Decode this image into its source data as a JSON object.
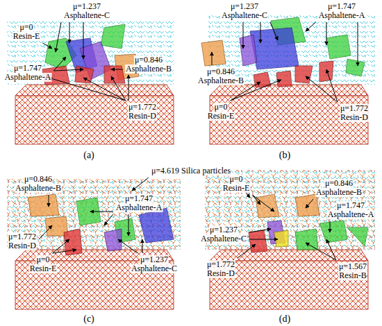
{
  "diagram": {
    "labels": [
      "μ=1.237",
      "Asphaltene-C",
      "μ=0",
      "Resin-E",
      "μ=1.747",
      "Asphaltene-A",
      "μ=0.846",
      "Asphaltene-B",
      "μ=1.772",
      "Resin-D",
      "(a)",
      "μ=1.237",
      "Asphaltene-C",
      "μ=1.747",
      "Asphaltene-A",
      "μ=0.846",
      "Asphaltene-B",
      "μ=0",
      "Resin-E",
      "μ=1.772",
      "Resin-D",
      "(b)",
      "μ=4.619 Silica particles",
      "μ=0.846",
      "Asphaltene-B",
      "μ=1.747",
      "Asphaltene-A",
      "μ=1.772",
      "Resin-D",
      "μ=0",
      "Resin-E",
      "μ=1.237",
      "Asphaltene-C",
      "(c)",
      "μ=0",
      "Resin-E",
      "μ=0.846",
      "Asphaltene-B",
      "μ=1.747",
      "Asphaltene-A",
      "μ=1.237",
      "Asphaltene-C",
      "μ=1.772",
      "Resin-D",
      "μ=1.567",
      "Resin-B",
      "(d)"
    ]
  }
}
